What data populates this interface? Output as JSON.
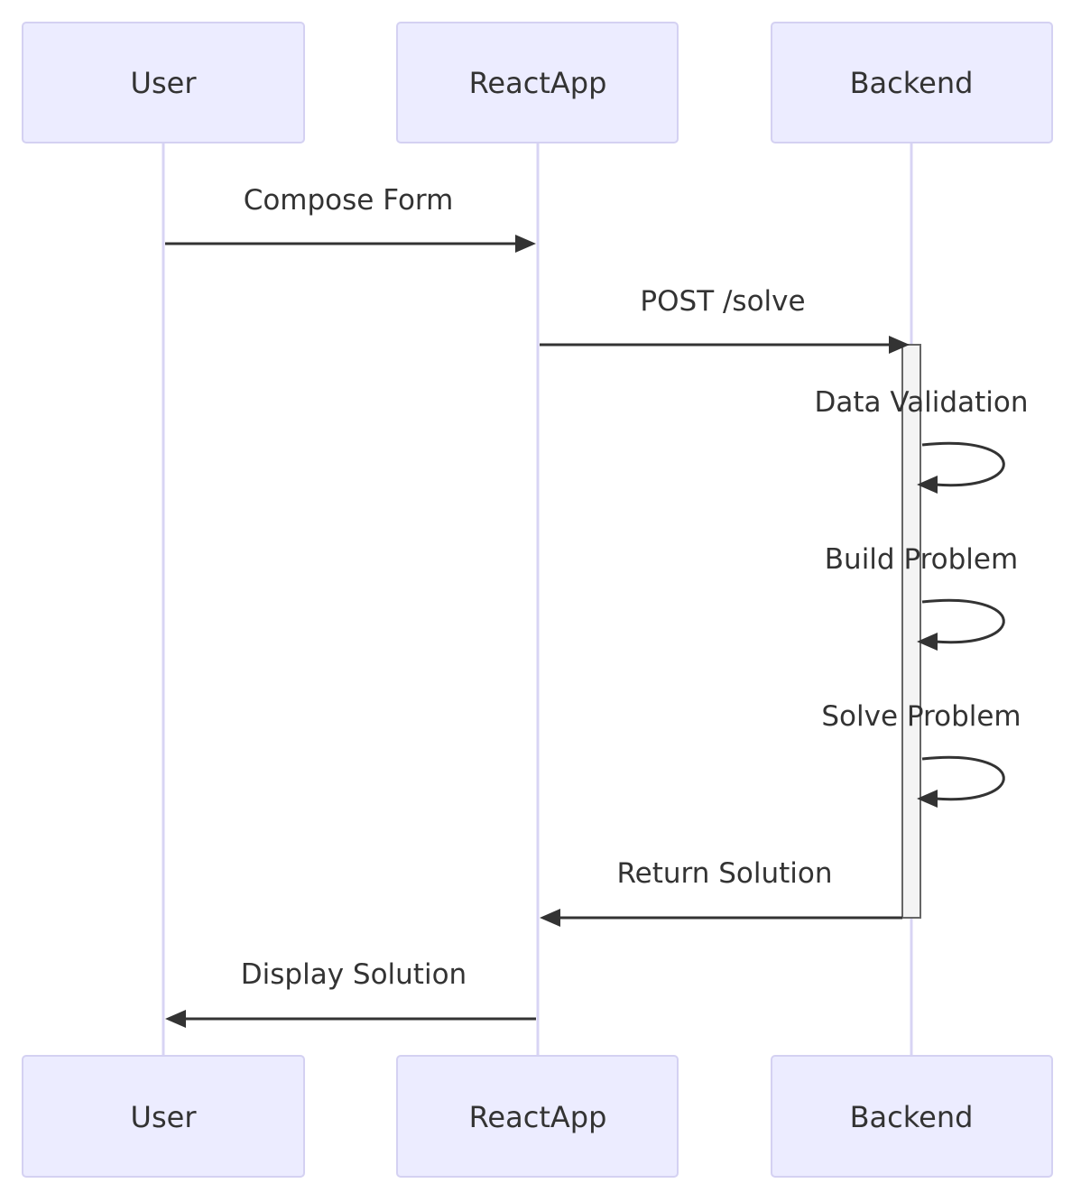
{
  "diagram": {
    "type": "sequence",
    "actors": [
      {
        "id": "user",
        "label": "User"
      },
      {
        "id": "react",
        "label": "ReactApp"
      },
      {
        "id": "backend",
        "label": "Backend"
      }
    ],
    "messages": [
      {
        "from": "user",
        "to": "react",
        "label": "Compose Form"
      },
      {
        "from": "react",
        "to": "backend",
        "label": "POST /solve"
      },
      {
        "from": "backend",
        "to": "backend",
        "label": "Data Validation"
      },
      {
        "from": "backend",
        "to": "backend",
        "label": "Build Problem"
      },
      {
        "from": "backend",
        "to": "backend",
        "label": "Solve Problem"
      },
      {
        "from": "backend",
        "to": "react",
        "label": "Return Solution"
      },
      {
        "from": "react",
        "to": "user",
        "label": "Display Solution"
      }
    ],
    "colors": {
      "actor_fill": "#ECECFF",
      "actor_border": "#d4d1f2",
      "lifeline": "#d8d4f4",
      "arrow": "#333333",
      "text": "#333333",
      "activation_fill": "#f4f4f4"
    }
  }
}
